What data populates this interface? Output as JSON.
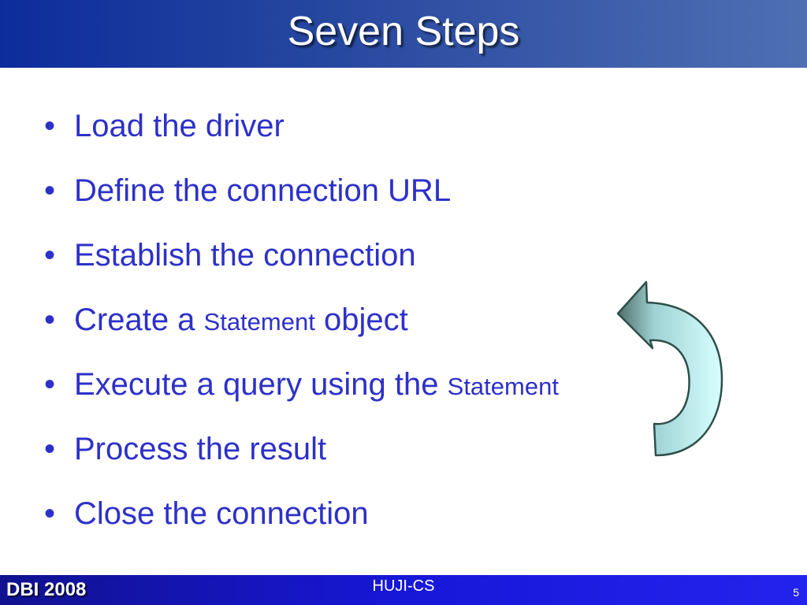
{
  "slide": {
    "title": "Seven Steps",
    "bullets": [
      {
        "text": "Load the driver"
      },
      {
        "text": "Define the connection URL"
      },
      {
        "text": "Establish the connection"
      },
      {
        "prefix": "Create a ",
        "code": "Statement",
        "suffix": " object"
      },
      {
        "prefix": "Execute a query using the ",
        "code": "Statement"
      },
      {
        "text": "Process the result"
      },
      {
        "text": "Close the connection"
      }
    ],
    "bullet_symbol": "•",
    "arrow": {
      "icon": "circular-arrow-icon",
      "fill": "#bff5f7",
      "stroke": "#2e4f4a"
    }
  },
  "footer": {
    "left": "DBI 2008",
    "center": "HUJI-CS",
    "page_number": "5"
  },
  "colors": {
    "title_bar": "#26479f",
    "bullet_text": "#2d31c8",
    "footer_bar": "#1717d8"
  }
}
